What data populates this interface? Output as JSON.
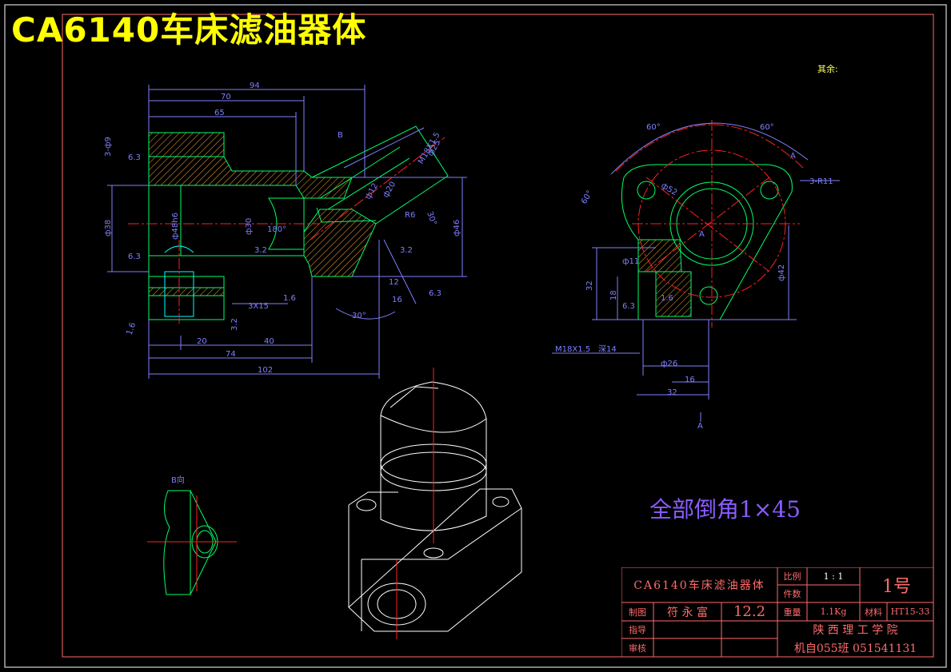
{
  "drawing_title": "CA6140车床滤油器体",
  "note": "全部倒角1×45",
  "surface_roughness_label": "其余:",
  "views": {
    "front_dimensions": [
      "94",
      "70",
      "65",
      "3-ф9",
      "6.3",
      "ф38",
      "ф48h6",
      "ф30",
      "180°",
      "3.2",
      "ф12",
      "ф20",
      "R6",
      "M18X1.5",
      "ф25",
      "30°",
      "ф46",
      "3X15",
      "1.6",
      "6.3",
      "1.6",
      "3.2",
      "20",
      "40",
      "74",
      "102",
      "12",
      "16",
      "30°"
    ],
    "section_marker_b": "B",
    "side_dimensions": [
      "60°",
      "60°",
      "60°",
      "ф52",
      "3-R11",
      "A",
      "A",
      "ф11",
      "32",
      "18",
      "6.3",
      "1.6",
      "ф42",
      "M18X1.5",
      "深14",
      "ф26",
      "16",
      "32",
      "A"
    ],
    "detail_label": "B向"
  },
  "title_block": {
    "part_name": "CA6140车床滤油器体",
    "scale_label": "比例",
    "scale_value": "1 : 1",
    "count_label": "件数",
    "sheet_no": "1号",
    "drafter_label": "制图",
    "drafter_name": "符 永 富",
    "date": "12.2",
    "weight_label": "重量",
    "weight_value": "1.1Kg",
    "material_label": "材料",
    "material_value": "HT15-33",
    "instructor_label": "指导",
    "reviewer_label": "审核",
    "school": "陕 西 理 工 学 院",
    "class_info": "机自055班 051541131"
  },
  "colors": {
    "background": "#000000",
    "border": "#ff6a6a",
    "outline": "#00ff66",
    "dimension": "#7f7fff",
    "centerline": "#ff2020",
    "hatch": "#ffaa33",
    "title": "#ffff00",
    "isometric": "#ffffff"
  }
}
